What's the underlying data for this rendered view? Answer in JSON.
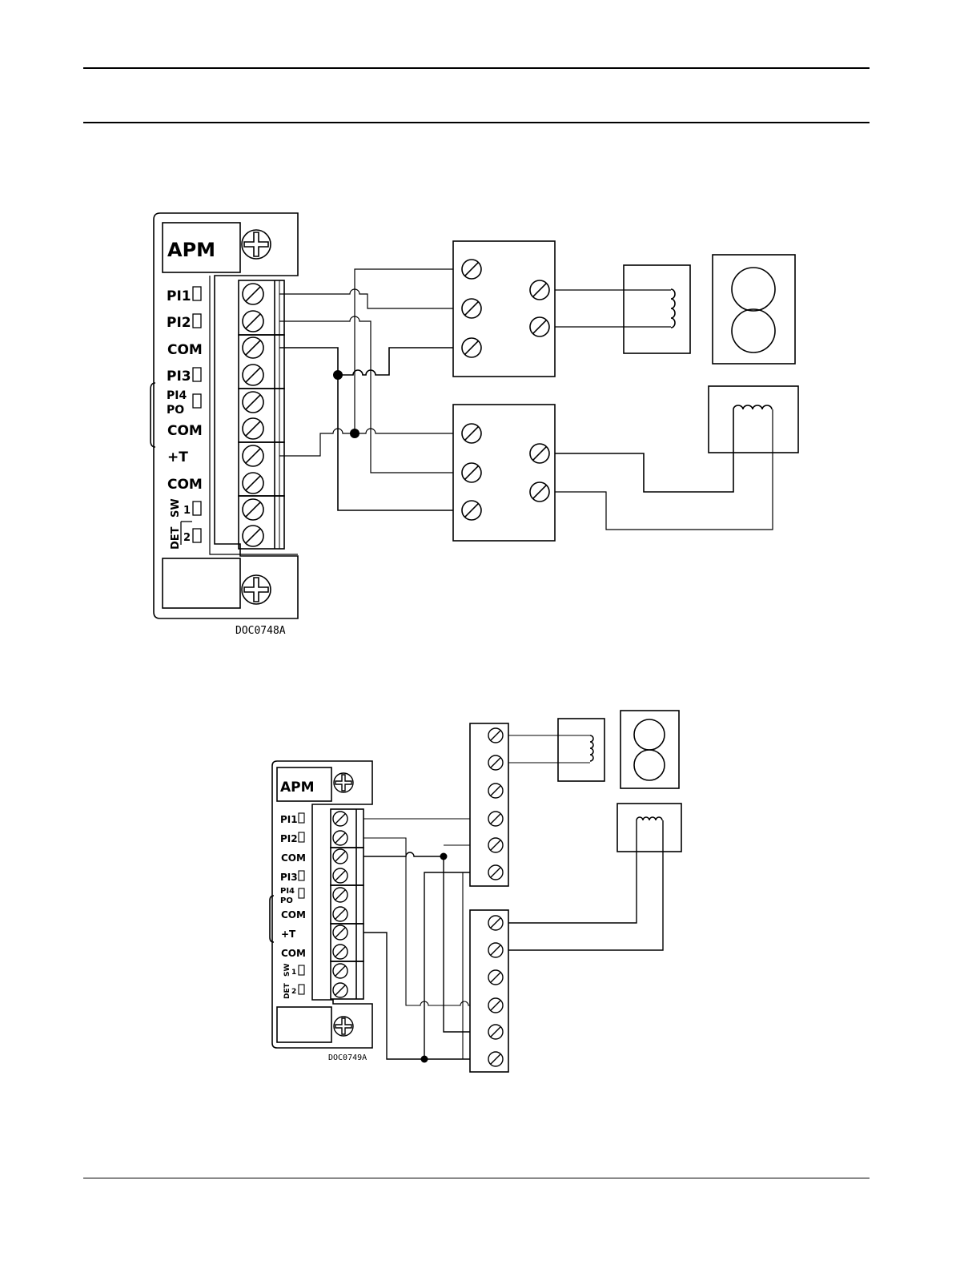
{
  "diagram1": {
    "module_label": "APM",
    "terminals": [
      "PI1",
      "PI2",
      "COM",
      "PI3",
      "PI4",
      "PO",
      "COM",
      "+T",
      "COM"
    ],
    "sw_label": "SW",
    "det_label": "DET",
    "sw_numbers": [
      "1",
      "2"
    ],
    "doc_id": "DOC0748A"
  },
  "diagram2": {
    "module_label": "APM",
    "terminals": [
      "PI1",
      "PI2",
      "COM",
      "PI3",
      "PI4",
      "PO",
      "COM",
      "+T",
      "COM"
    ],
    "sw_label": "SW",
    "det_label": "DET",
    "sw_numbers": [
      "1",
      "2"
    ],
    "doc_id": "DOC0749A"
  }
}
